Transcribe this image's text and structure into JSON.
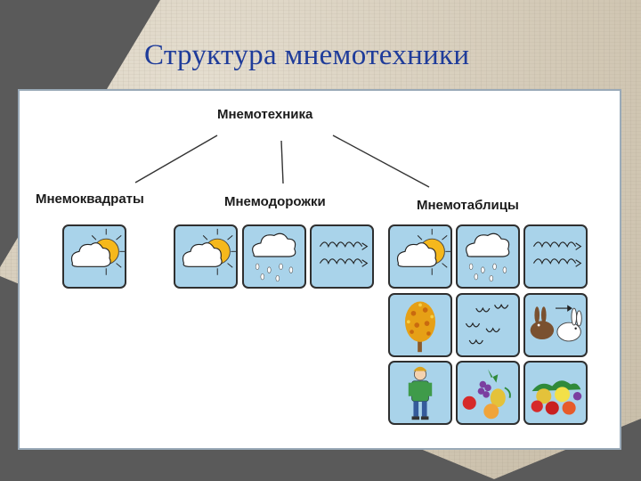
{
  "slide": {
    "title": "Структура мнемотехники"
  },
  "diagram": {
    "root": "Мнемотехника",
    "branches": [
      {
        "label": "Мнемоквадраты",
        "tiles": [
          "sun-cloud"
        ]
      },
      {
        "label": "Мнемодорожки",
        "tiles": [
          "sun-cloud",
          "rain-cloud",
          "wind"
        ]
      },
      {
        "label": "Мнемотаблицы",
        "tiles": [
          "sun-cloud",
          "rain-cloud",
          "wind",
          "autumn-tree",
          "birds",
          "hare",
          "child",
          "fruits",
          "fruit-basket"
        ]
      }
    ]
  }
}
